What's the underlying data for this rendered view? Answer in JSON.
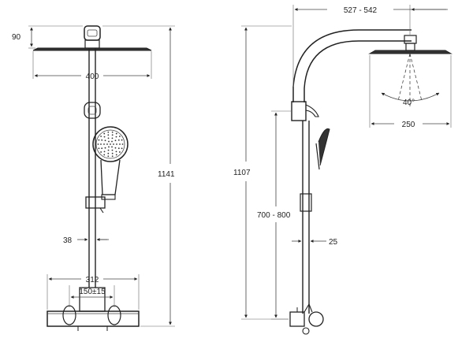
{
  "front_view": {
    "dim_head_height": "90",
    "dim_head_width": "400",
    "dim_total_height": "1141",
    "dim_rail_offset": "38",
    "dim_body_width": "312",
    "dim_inlet_spacing": "150±15"
  },
  "side_view": {
    "dim_arm_reach": "527 - 542",
    "dim_spray_angle": "40°",
    "dim_head_diameter": "250",
    "dim_height": "1107",
    "dim_adjust_range": "700 - 800",
    "dim_rail_diameter": "25"
  }
}
